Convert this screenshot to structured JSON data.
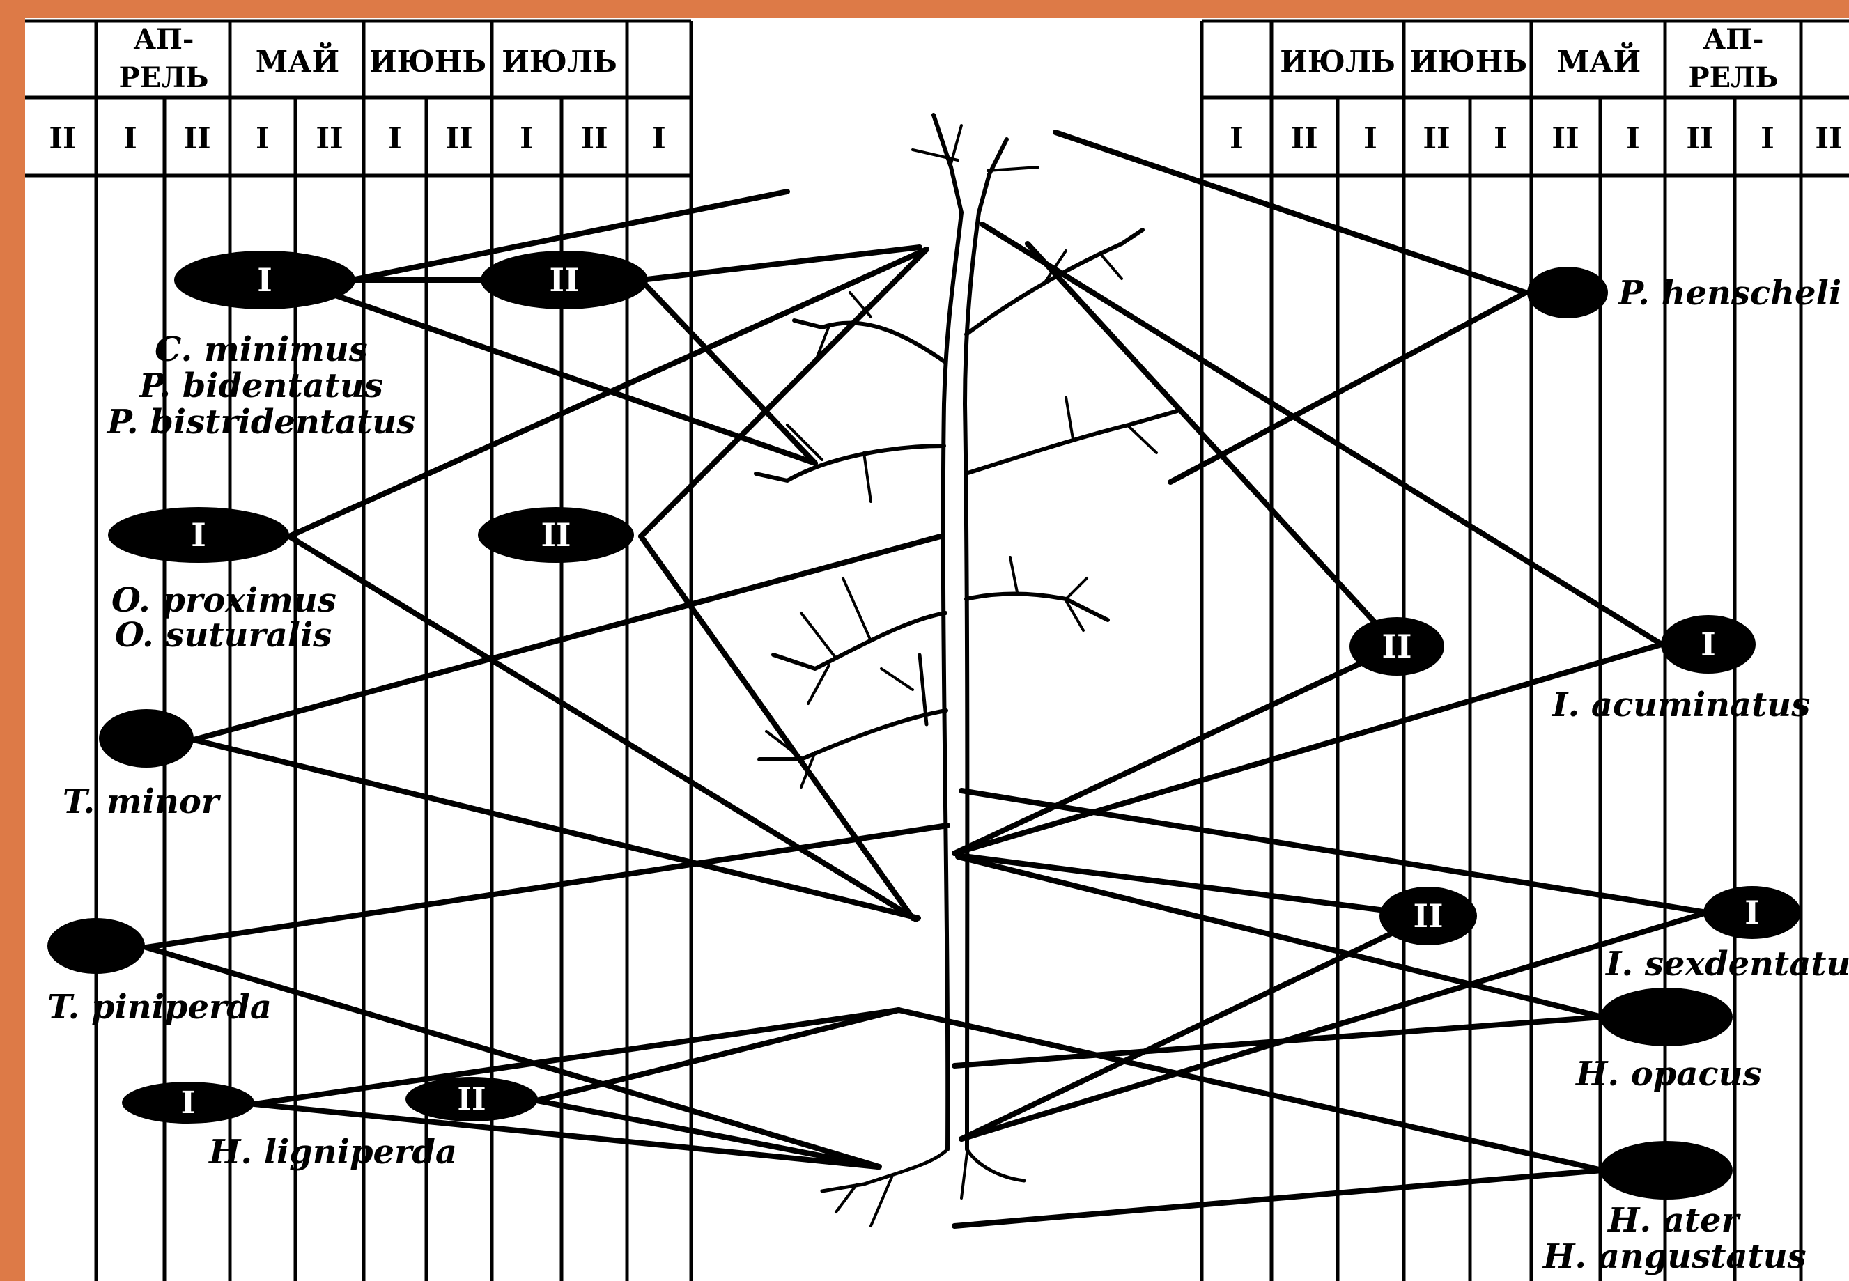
{
  "background_color": "#dd7a47",
  "left_panel": {
    "months": [
      "АП-",
      "РЕЛЬ",
      "МАЙ",
      "ИЮНЬ",
      "ИЮЛЬ"
    ],
    "periods": [
      "II",
      "I",
      "II",
      "I",
      "II",
      "I",
      "II",
      "I",
      "II",
      "I"
    ]
  },
  "right_panel": {
    "months": [
      "ИЮЛЬ",
      "ИЮНЬ",
      "МАЙ",
      "АП-",
      "РЕЛЬ"
    ],
    "periods": [
      "I",
      "II",
      "I",
      "II",
      "I",
      "II",
      "I",
      "II",
      "I",
      "II"
    ]
  },
  "species_labels": {
    "c_minimus": "C. minimus",
    "p_bidentatus": "P. bidentatus",
    "p_bistridentatus": "P. bistridentatus",
    "o_proximus": "O. proximus",
    "o_suturalis": "O. suturalis",
    "t_minor": "T. minor",
    "t_piniperda": "T. piniperda",
    "h_ligniperda": "H. ligniperda",
    "p_henscheli": "P. henscheli",
    "i_acuminatus": "I. acuminatus",
    "i_sexdentatus": "I. sexdentatus",
    "h_opacus": "H. opacus",
    "h_ater": "H. ater",
    "h_angustatus": "H. angustatus"
  },
  "generation_labels": {
    "c_minimus_gen1": "I",
    "c_minimus_gen2": "II",
    "o_proximus_gen1": "I",
    "o_proximus_gen2": "II",
    "h_ligniperda_gen1": "I",
    "h_ligniperda_gen2": "II",
    "i_acuminatus_gen2": "II",
    "i_acuminatus_gen1": "I",
    "i_sexdentatus_gen2": "II",
    "i_sexdentatus_gen1": "I"
  }
}
